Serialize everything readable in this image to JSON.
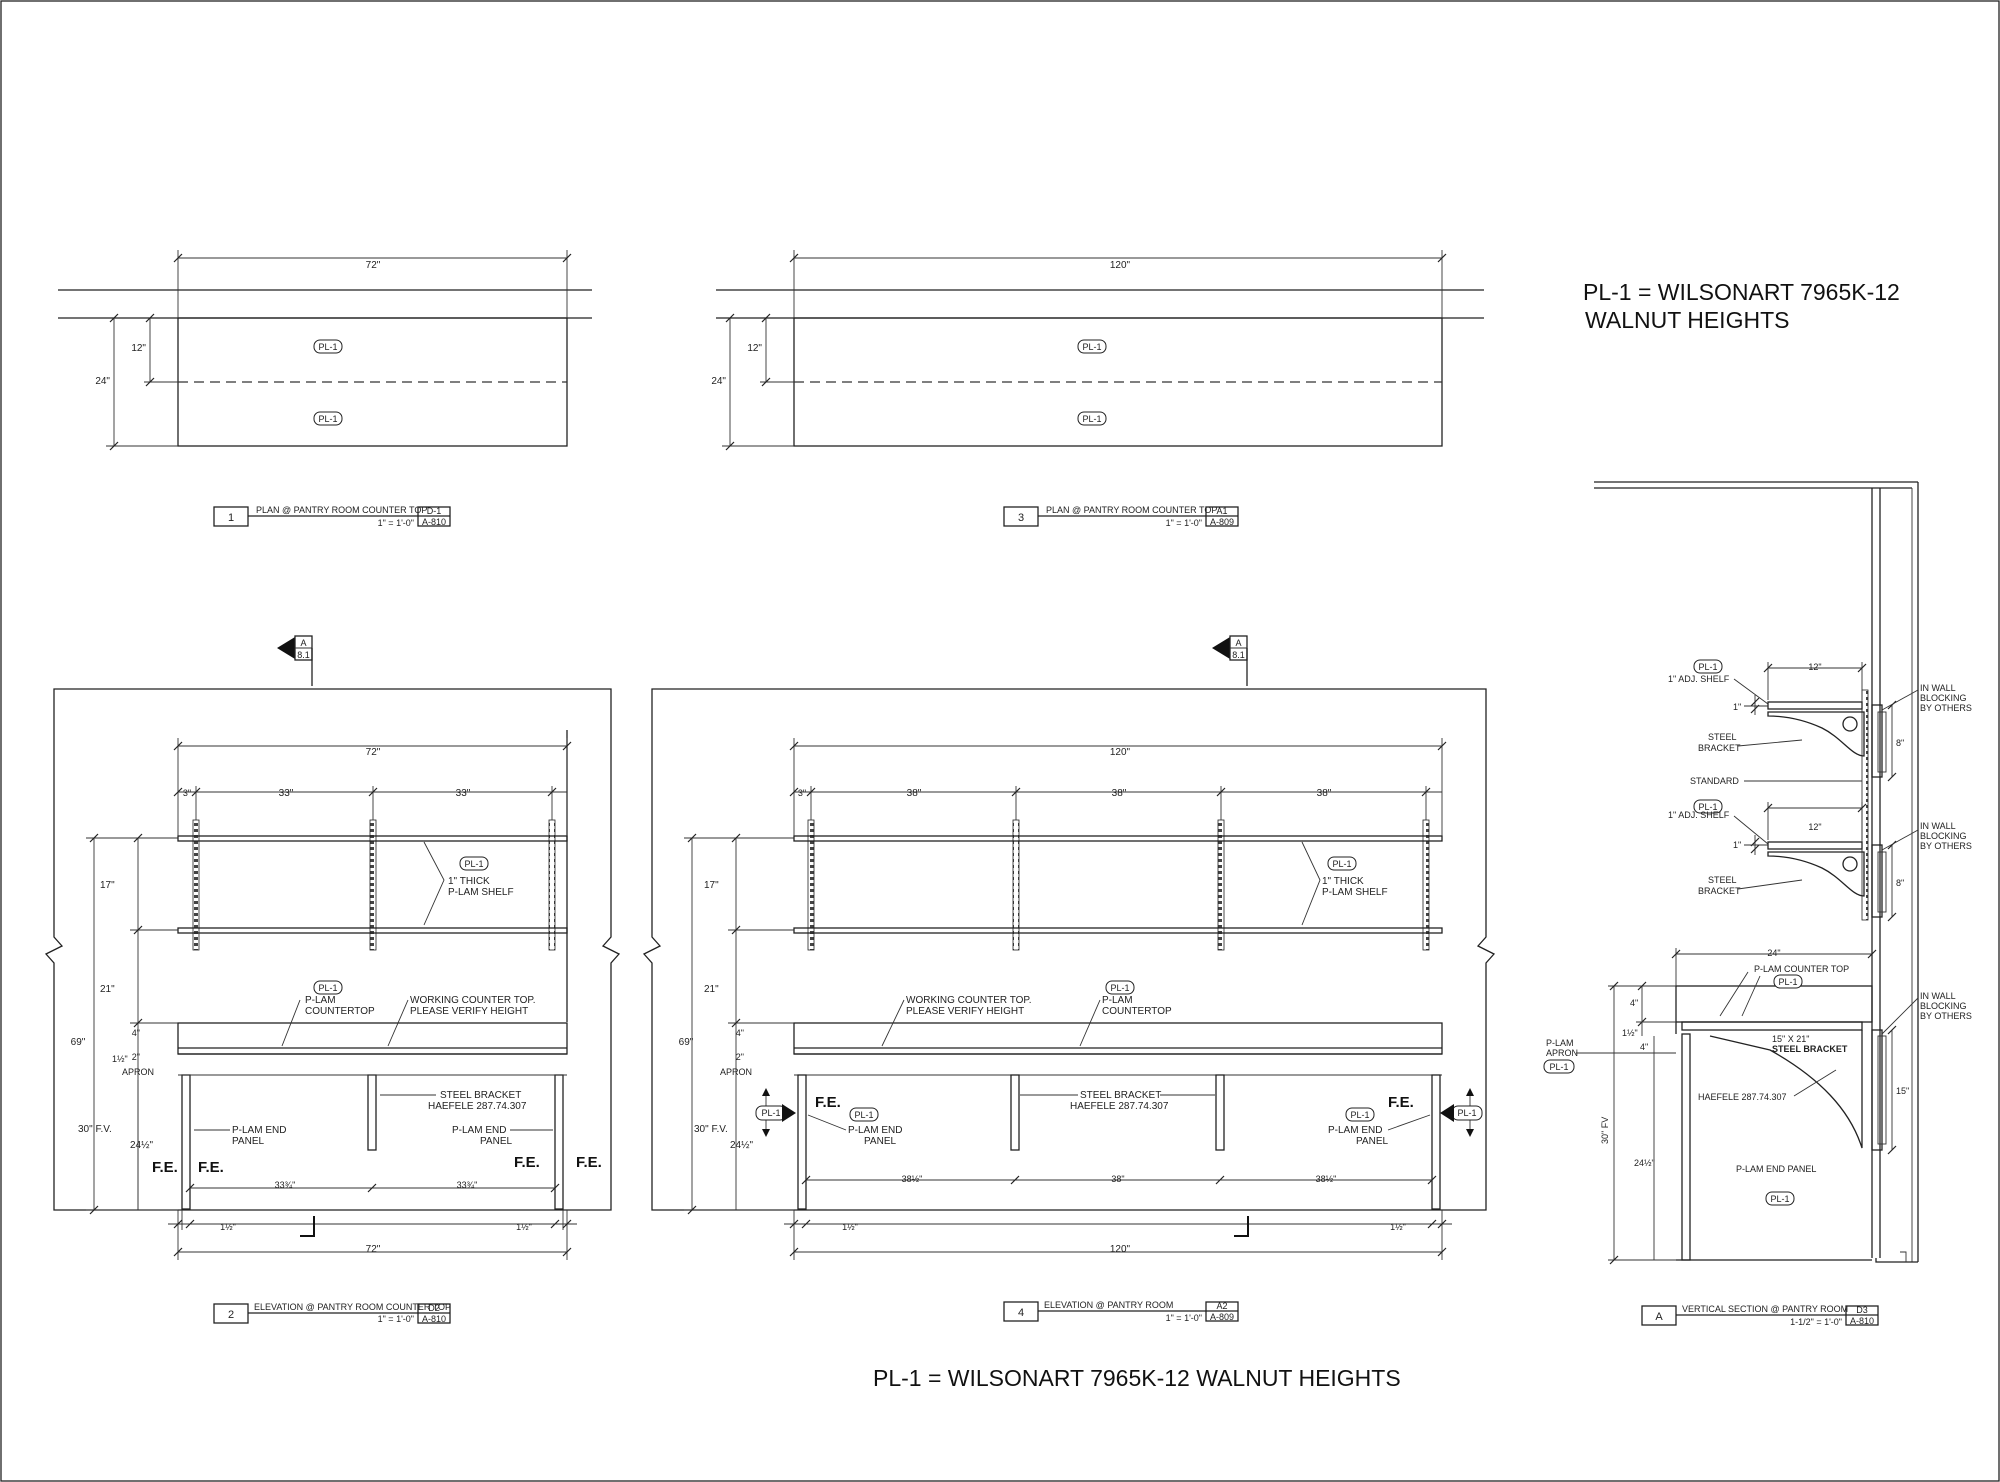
{
  "notes": {
    "material_line1": "PL-1  = WILSONART 7965K-12",
    "material_line2": "WALNUT HEIGHTS",
    "bottom_note": "PL-1  = WILSONART 7965K-12 WALNUT HEIGHTS"
  },
  "common": {
    "pl1": "PL-1",
    "fe": "F.E.",
    "section_num": "A",
    "section_sheet": "8.1"
  },
  "plan1": {
    "width": "72\"",
    "depth": "24\"",
    "half": "12\"",
    "title": {
      "num": "1",
      "label": "PLAN @ PANTRY ROOM COUNTER TOP",
      "scale": "1\" = 1'-0\"",
      "ref_top": "D-1",
      "ref_bot": "A-810"
    }
  },
  "plan3": {
    "width": "120\"",
    "depth": "24\"",
    "half": "12\"",
    "title": {
      "num": "3",
      "label": "PLAN @ PANTRY ROOM COUNTER TOP",
      "scale": "1\" = 1'-0\"",
      "ref_top": "A1",
      "ref_bot": "A-809"
    }
  },
  "elev2": {
    "overall": "72\"",
    "bays": [
      "3\"",
      "33\"",
      "33\""
    ],
    "h17": "17\"",
    "h21": "21\"",
    "h69": "69\"",
    "h4": "4\"",
    "h1": "1½\"",
    "h2": "2\"",
    "apron": "APRON",
    "h30": "30\" F.V.",
    "h24": "24½\"",
    "shelf_note": [
      "1\" THICK",
      "P-LAM SHELF"
    ],
    "counter_note": [
      "P-LAM",
      "COUNTERTOP"
    ],
    "working_note": [
      "WORKING COUNTER TOP.",
      "PLEASE VERIFY HEIGHT"
    ],
    "bracket_note": [
      "STEEL BRACKET",
      "HAEFELE 287.74.307"
    ],
    "end_note_l": [
      "P-LAM END",
      "PANEL"
    ],
    "end_note_r": [
      "P-LAM END",
      "PANEL"
    ],
    "bot_bays": [
      "33¾\"",
      "33¾\""
    ],
    "edge_l": "1½\"",
    "edge_r": "1½\"",
    "title": {
      "num": "2",
      "label": "ELEVATION @ PANTRY ROOM COUNTER TOP",
      "scale": "1\" = 1'-0\"",
      "ref_top": "D2",
      "ref_bot": "A-810"
    }
  },
  "elev4": {
    "overall": "120\"",
    "bays": [
      "3\"",
      "38\"",
      "38\"",
      "38\""
    ],
    "h17": "17\"",
    "h21": "21\"",
    "h69": "69\"",
    "h4": "4\"",
    "h2": "2\"",
    "apron": "APRON",
    "h30": "30\" F.V.",
    "h24": "24½\"",
    "shelf_note": [
      "1\" THICK",
      "P-LAM SHELF"
    ],
    "working_note": [
      "WORKING COUNTER TOP.",
      "PLEASE VERIFY HEIGHT"
    ],
    "counter_note": [
      "P-LAM",
      "COUNTERTOP"
    ],
    "bracket_note": [
      "STEEL BRACKET",
      "HAEFELE 287.74.307"
    ],
    "end_note_l": [
      "P-LAM END",
      "PANEL"
    ],
    "end_note_r": [
      "P-LAM END",
      "PANEL"
    ],
    "bot_bays": [
      "38½\"",
      "38\"",
      "38½\""
    ],
    "edge_l": "1½\"",
    "edge_r": "1½\"",
    "title": {
      "num": "4",
      "label": "ELEVATION @ PANTRY ROOM",
      "scale": "1\" = 1'-0\"",
      "ref_top": "A2",
      "ref_bot": "A-809"
    }
  },
  "sectionA": {
    "shelf_note": "1\" ADJ. SHELF",
    "w12": "12\"",
    "t1": "1\"",
    "steel_bracket": [
      "STEEL",
      "BRACKET"
    ],
    "standard": "STANDARD",
    "blocking": [
      "IN WALL",
      "BLOCKING",
      "BY OTHERS"
    ],
    "d8": "8\"",
    "w24": "24\"",
    "counter_note": "P-LAM COUNTER TOP",
    "h4": "4\"",
    "h1": "1½\"",
    "apron": [
      "P-LAM",
      "APRON"
    ],
    "d4": "4\"",
    "bracket_size": [
      "15\" X 21\"",
      "STEEL BRACKET"
    ],
    "haefele": "HAEFELE 287.74.307",
    "h15": "15\"",
    "h30": "30\" FV",
    "h24": "24½\"",
    "end_panel": "P-LAM END PANEL",
    "title": {
      "num": "A",
      "label": "VERTICAL SECTION @ PANTRY ROOM",
      "scale": "1-1/2\" = 1'-0\"",
      "ref_top": "D3",
      "ref_bot": "A-810"
    }
  }
}
